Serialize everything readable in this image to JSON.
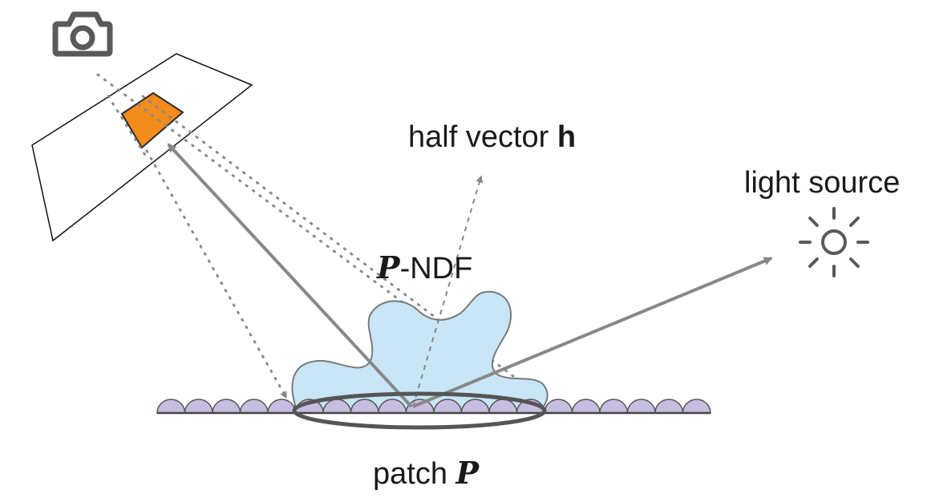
{
  "labels": {
    "half_vector_text": "half vector ",
    "half_vector_symbol": "h",
    "light_source": "light source",
    "ndf_symbol": "P",
    "ndf_text": "-NDF",
    "patch_text": "patch ",
    "patch_symbol": "P"
  },
  "icons": {
    "camera": "camera-icon",
    "sun": "sun-icon"
  },
  "colors": {
    "pixel": "#f28c1c",
    "ndf_blob": "#c8e6f6",
    "microfacet": "#c7bde0",
    "arrow": "#888888",
    "patch_ellipse": "#555555"
  }
}
